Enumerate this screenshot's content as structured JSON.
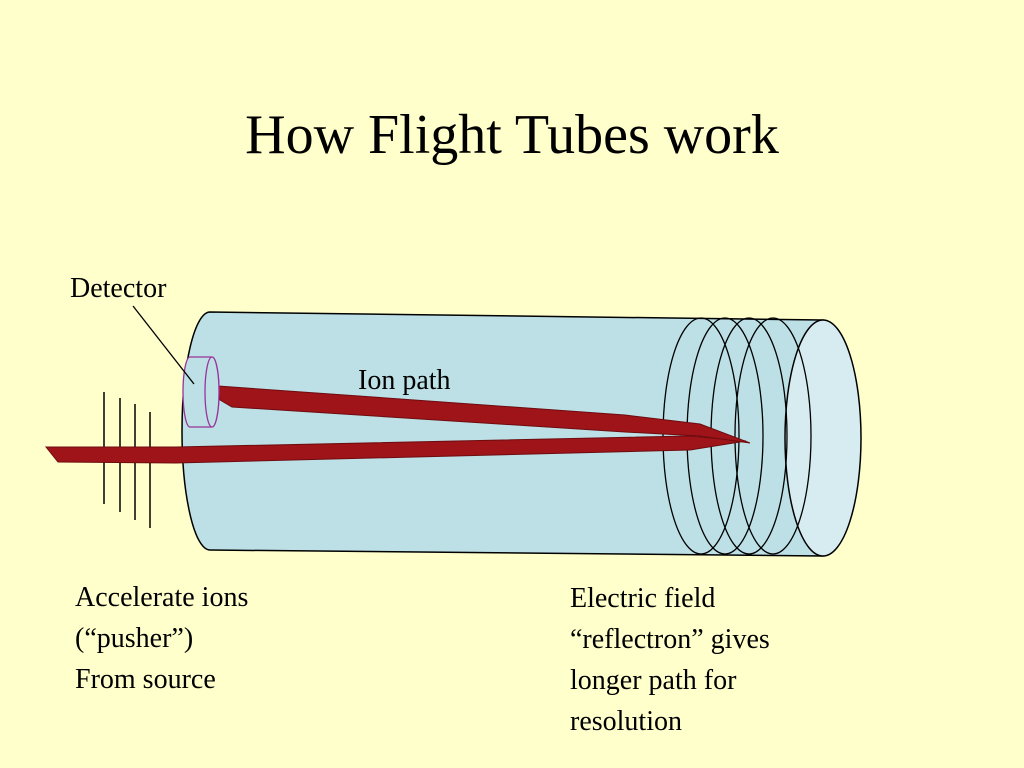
{
  "slide": {
    "title": "How Flight Tubes work",
    "colors": {
      "background": "#FFFFCC",
      "tube_fill": "#BCE0E6",
      "tube_end": "#D6ECF0",
      "ion_beam": "#9E1418",
      "detector_outline": "#993399",
      "outline": "#000000"
    }
  },
  "labels": {
    "detector": "Detector",
    "ion_path": "Ion path"
  },
  "captions": {
    "pusher": [
      "Accelerate ions",
      "(“pusher”)",
      "From source"
    ],
    "reflectron": [
      "Electric field",
      "“reflectron”  gives",
      "longer path for",
      "resolution"
    ]
  }
}
